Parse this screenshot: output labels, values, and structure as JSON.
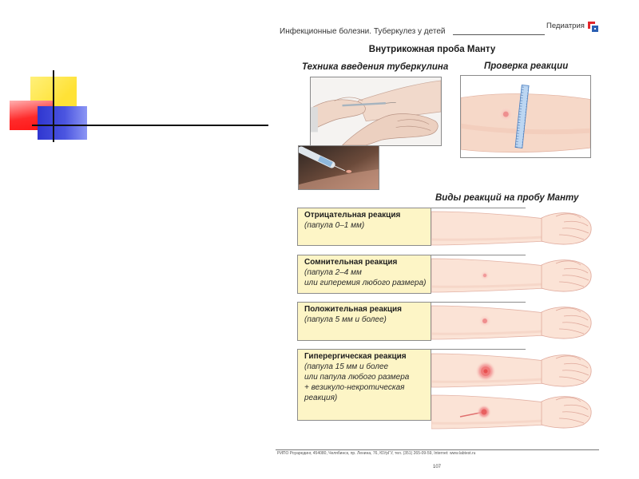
{
  "colors": {
    "square_yellow": "#ffe236",
    "square_red": "#ff2a2a",
    "square_blue": "#2f36d0",
    "rule_dark": "#111111",
    "reaction_box_fill": "#fdf5c6",
    "reaction_box_border": "#8c8c8c"
  },
  "document": {
    "header": {
      "section": "Инфекционные болезни. Туберкулез у детей",
      "brand": "Педиатрия",
      "brand_icon": "pediatrics-logo-icon"
    },
    "title": "Внутрикожная проба Манту",
    "technique_heading": "Техника введения туберкулина",
    "check_heading": "Проверка реакции",
    "reactions": {
      "heading": "Виды реакций на пробу Манту",
      "items": [
        {
          "label": "Отрицательная реакция",
          "lines": [
            "(папула 0–1 мм)"
          ]
        },
        {
          "label": "Сомнительная реакция",
          "lines": [
            "(папула 2–4 мм",
            "или гиперемия любого размера)"
          ]
        },
        {
          "label": "Положительная реакция",
          "lines": [
            "(папула 5 мм и более)"
          ]
        },
        {
          "label": "Гиперергическая реакция",
          "lines": [
            "(папула 15 мм и более",
            "или папула любого размера",
            "+ везикуло-некротическая",
            "реакция)"
          ]
        }
      ]
    },
    "footer": {
      "imprint": "РИПО Роуарединг, 454080, Челябинск, пр. Ленина, 76, ЮУрГУ, тел. (351) 265-09-59, Internet: www.labtest.ru",
      "page_number": "107"
    }
  }
}
